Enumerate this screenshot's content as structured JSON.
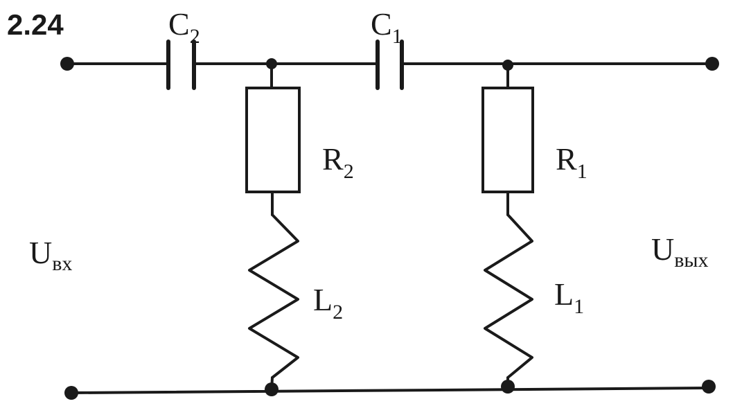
{
  "figure_number": "2.24",
  "components": {
    "c2": {
      "letter": "C",
      "index": "2"
    },
    "c1": {
      "letter": "C",
      "index": "1"
    },
    "r2": {
      "letter": "R",
      "index": "2"
    },
    "r1": {
      "letter": "R",
      "index": "1"
    },
    "l2": {
      "letter": "L",
      "index": "2"
    },
    "l1": {
      "letter": "L",
      "index": "1"
    }
  },
  "terminals": {
    "input": {
      "letter": "U",
      "subscript": "вх"
    },
    "output": {
      "letter": "U",
      "subscript": "вых"
    }
  },
  "colors": {
    "ink": "#1a1a1a",
    "background": "#ffffff"
  }
}
